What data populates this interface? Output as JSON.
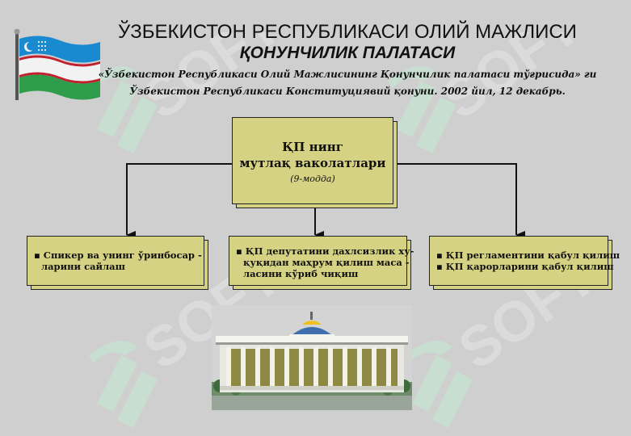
{
  "header": {
    "title_line1": "ЎЗБЕКИСТОН РЕСПУБЛИКАСИ ОЛИЙ МАЖЛИСИ",
    "title_line2": "ҚОНУНЧИЛИК ПАЛАТАСИ",
    "subtitle_line1": "«Ўзбекистон Республикаси Олий Мажлисининг Қонунчилик палатаси тўғрисида» ги",
    "subtitle_line2": "Ўзбекистон Республикаси Конституциявий қонуни. 2002 йил, 12 декабрь."
  },
  "center": {
    "line1": "ҚП нинг",
    "line2": "мутлақ ваколатлари",
    "article": "(9-модда)"
  },
  "leaves": [
    {
      "items": [
        "▪ Спикер ва унинг ўринбосар -",
        "ларини сайлаш"
      ]
    },
    {
      "items": [
        "▪ ҚП депутатини дахлсизлик ху-",
        "қуқидан маҳрум қилиш маса -",
        "ласини кўриб чиқиш"
      ]
    },
    {
      "items": [
        "▪ ҚП регламентини қабул қилиш",
        "▪ ҚП қарорларини қабул қилиш"
      ]
    }
  ],
  "watermark": {
    "text": "SOFT"
  },
  "colors": {
    "background": "#cfcfcf",
    "box_fill": "#d6d283",
    "watermark": "#c4ebd4",
    "flag_blue": "#1a8ad0",
    "flag_green": "#2e9c4a"
  },
  "icons": [
    "uzbekistan-flag-icon",
    "parliament-building-icon",
    "soft-logo-watermark-icon"
  ]
}
